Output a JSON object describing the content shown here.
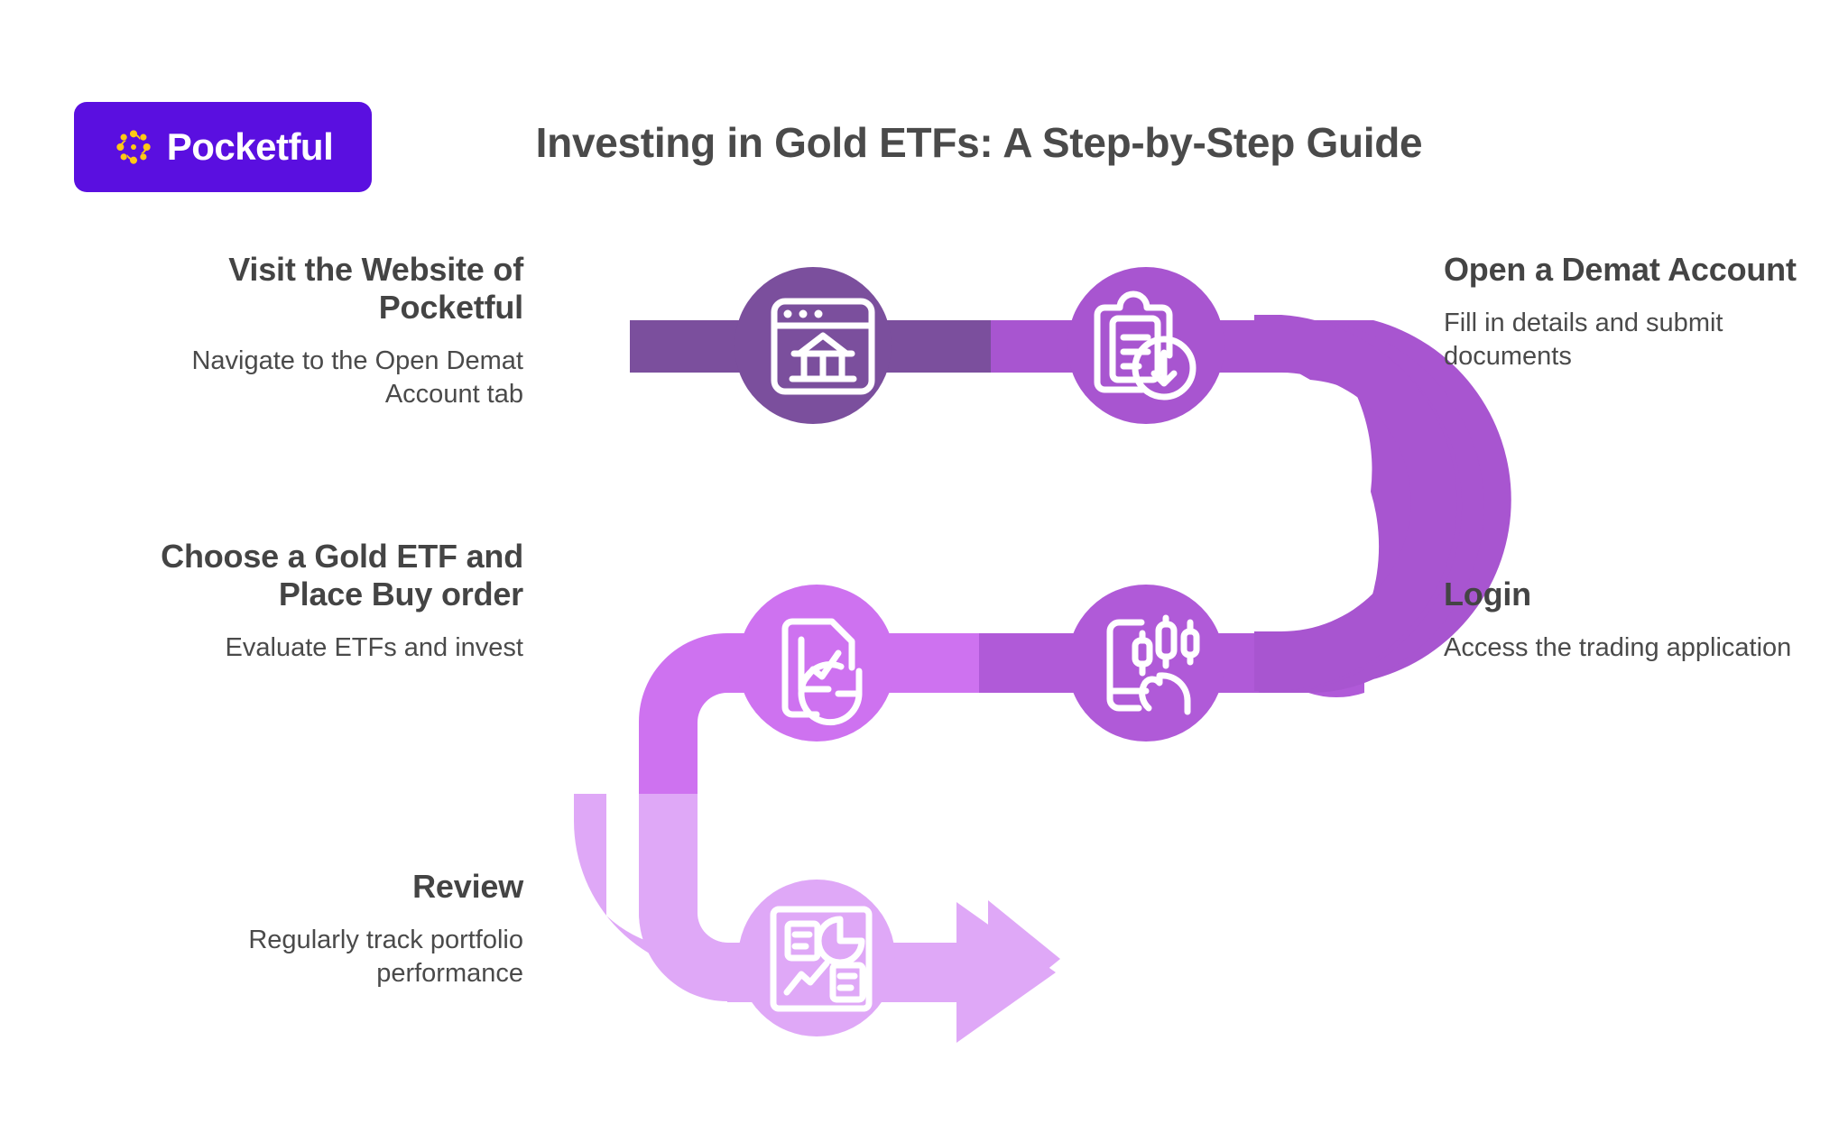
{
  "brand": {
    "name": "Pocketful",
    "badge_color": "#5A0FE0",
    "mark_color": "#FFC914",
    "mark_icon": "pocketful-burst-icon"
  },
  "header": {
    "title": "Investing in Gold ETFs: A Step-by-Step Guide",
    "title_color": "#4a4a4a"
  },
  "flow": {
    "arrow_direction": "right",
    "steps": [
      {
        "index": 1,
        "title": "Visit the Website of Pocketful",
        "description": "Navigate to the Open Demat Account tab",
        "icon": "browser-bank-icon",
        "color": "#7B4F9D",
        "side": "left"
      },
      {
        "index": 2,
        "title": "Open a Demat Account",
        "description": "Fill in details and submit documents",
        "icon": "clipboard-download-icon",
        "color": "#A855D0",
        "side": "right"
      },
      {
        "index": 3,
        "title": "Login",
        "description": "Access the trading application",
        "icon": "mobile-candlestick-tap-icon",
        "color": "#B05AD8",
        "side": "right"
      },
      {
        "index": 4,
        "title": "Choose a Gold ETF and Place Buy order",
        "description": "Evaluate ETFs and invest",
        "icon": "chart-document-refresh-icon",
        "color": "#CE72F0",
        "side": "left"
      },
      {
        "index": 5,
        "title": "Review",
        "description": "Regularly track portfolio performance",
        "icon": "dashboard-report-icon",
        "color": "#DFA8F7",
        "side": "left"
      }
    ]
  },
  "palette": {
    "background": "#FFFFFF",
    "band_1": "#7B4F9D",
    "band_2": "#A855D0",
    "band_3": "#B05AD8",
    "band_4": "#CE72F0",
    "band_5": "#DFA8F7",
    "icon_stroke": "#FFFFFF"
  }
}
